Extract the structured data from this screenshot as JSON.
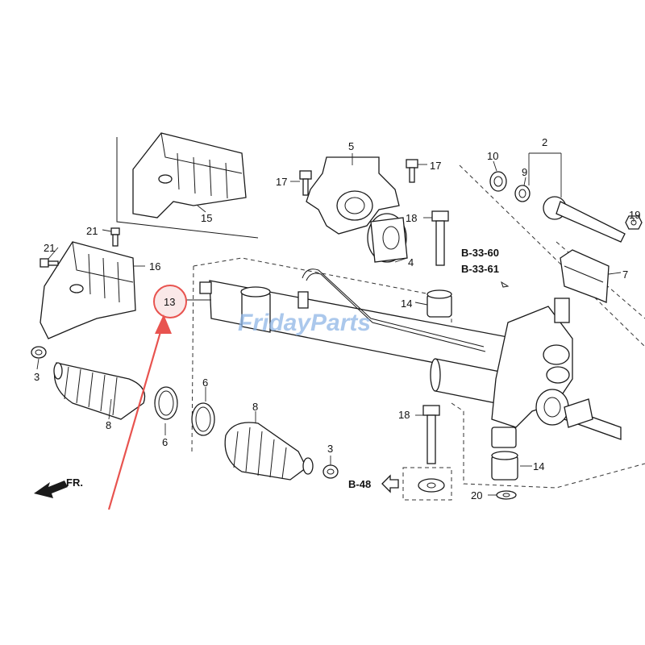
{
  "diagram": {
    "watermark": "FridayParts",
    "direction_label": "FR.",
    "callout_color": "#e8534f",
    "highlighted_part": "13",
    "part_numbers": {
      "p2": "2",
      "p3a": "3",
      "p3b": "3",
      "p4": "4",
      "p5": "5",
      "p6a": "6",
      "p6b": "6",
      "p7": "7",
      "p8a": "8",
      "p8b": "8",
      "p9": "9",
      "p10": "10",
      "p13": "13",
      "p14a": "14",
      "p14b": "14",
      "p15": "15",
      "p16": "16",
      "p17a": "17",
      "p17b": "17",
      "p18a": "18",
      "p18b": "18",
      "p19": "19",
      "p20": "20",
      "p21a": "21",
      "p21b": "21"
    },
    "references": {
      "r1": "B-33-60",
      "r2": "B-33-61",
      "r3": "B-48"
    }
  }
}
